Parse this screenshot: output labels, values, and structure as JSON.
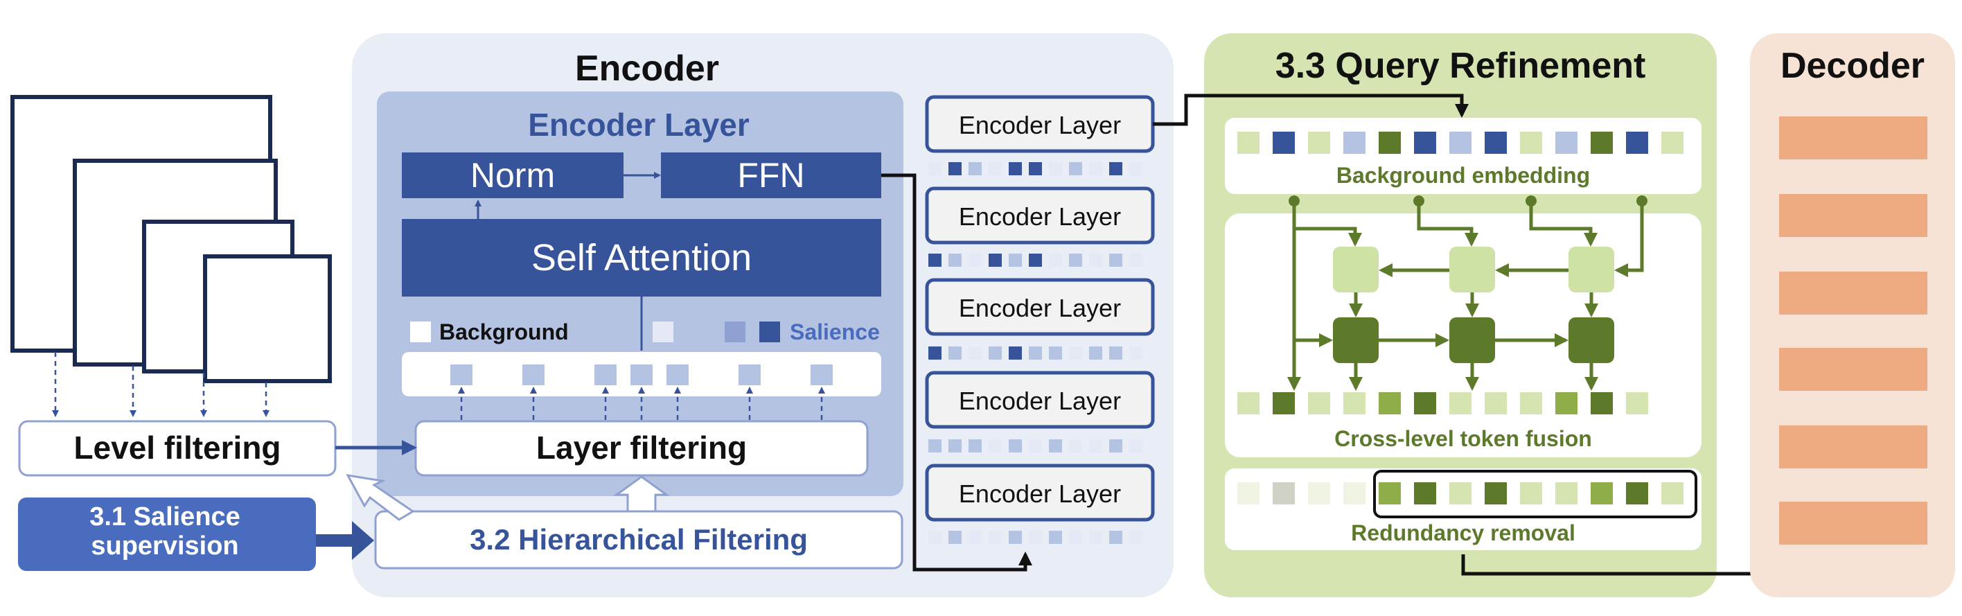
{
  "encoder": {
    "title": "Encoder",
    "layer_box_title": "Encoder Layer",
    "norm": "Norm",
    "ffn": "FFN",
    "self_attention": "Self Attention",
    "legend_background": "Background",
    "legend_salience": "Salience",
    "layer_filtering": "Layer filtering",
    "stack": [
      "Encoder Layer",
      "Encoder Layer",
      "Encoder Layer",
      "Encoder Layer",
      "Encoder Layer"
    ]
  },
  "left": {
    "level_filtering": "Level filtering",
    "salience_supervision_line1": "3.1 Salience",
    "salience_supervision_line2": "supervision",
    "hierarchical_filtering": "3.2 Hierarchical  Filtering"
  },
  "query_refinement": {
    "title": "3.3 Query Refinement",
    "background_embedding": "Background embedding",
    "cross_level_fusion": "Cross-level token fusion",
    "redundancy_removal": "Redundancy removal"
  },
  "decoder": {
    "title": "Decoder"
  },
  "colors": {
    "encoder_panel": "#e9edf6",
    "encoder_layer_panel": "#b5c3e3",
    "dark_blue": "#37549a",
    "mid_blue": "#5f7bc4",
    "salience_supervision": "#4a6cbf",
    "query_panel": "#d5e4b0",
    "dark_green": "#5d7a2a",
    "light_green": "#cfe2a5",
    "decoder_panel": "#f7e3d5",
    "decoder_token": "#eeab82"
  }
}
